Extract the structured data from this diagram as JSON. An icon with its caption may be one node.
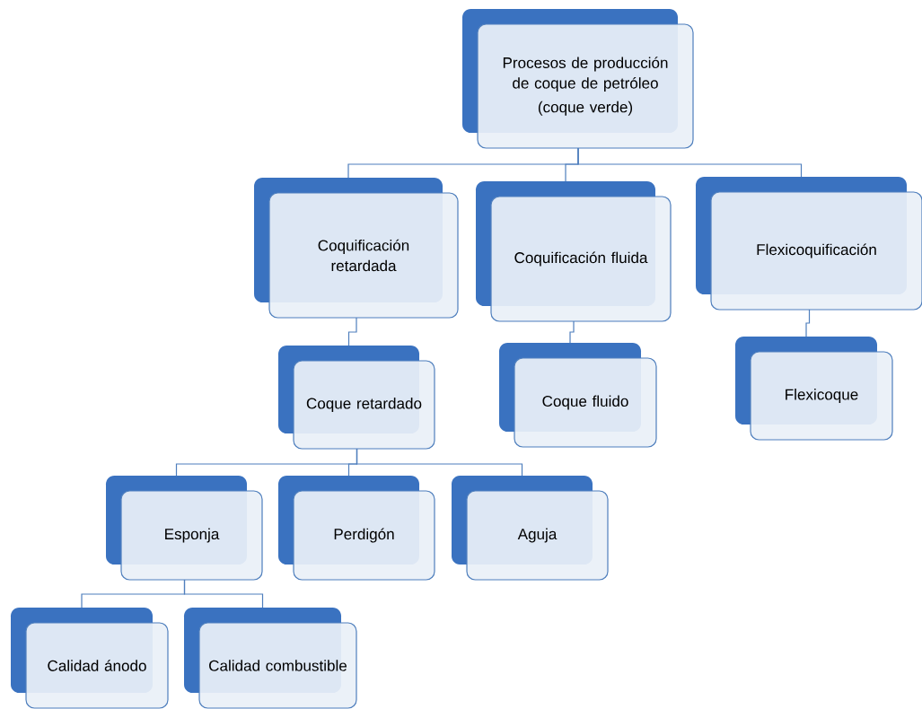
{
  "diagram": {
    "nodes": [
      {
        "text": [
          "Procesos de producción de coque de petróleo",
          "(coque verde)"
        ]
      },
      {
        "text": [
          "Coquificación retardada"
        ]
      },
      {
        "text": [
          "Coquificación fluida"
        ]
      },
      {
        "text": [
          "Flexicoquificación"
        ]
      },
      {
        "text": [
          "Coque retardado"
        ]
      },
      {
        "text": [
          "Coque fluido"
        ]
      },
      {
        "text": [
          "Flexicoque"
        ]
      },
      {
        "text": [
          "Esponja"
        ]
      },
      {
        "text": [
          "Perdigón"
        ]
      },
      {
        "text": [
          "Aguja"
        ]
      },
      {
        "text": [
          "Calidad ánodo"
        ]
      },
      {
        "text": [
          "Calidad combustible"
        ]
      }
    ],
    "edges": [
      {
        "from": 0,
        "to": 1,
        "arrow": "none"
      },
      {
        "from": 0,
        "to": 2,
        "arrow": "none"
      },
      {
        "from": 0,
        "to": 3,
        "arrow": "none"
      },
      {
        "from": 1,
        "to": 4,
        "arrow": "none"
      },
      {
        "from": 2,
        "to": 5,
        "arrow": "none"
      },
      {
        "from": 3,
        "to": 6,
        "arrow": "none"
      },
      {
        "from": 4,
        "to": 7,
        "arrow": "none"
      },
      {
        "from": 4,
        "to": 8,
        "arrow": "none"
      },
      {
        "from": 4,
        "to": 9,
        "arrow": "none"
      },
      {
        "from": 7,
        "to": 10,
        "arrow": "none"
      },
      {
        "from": 7,
        "to": 11,
        "arrow": "none"
      }
    ]
  }
}
